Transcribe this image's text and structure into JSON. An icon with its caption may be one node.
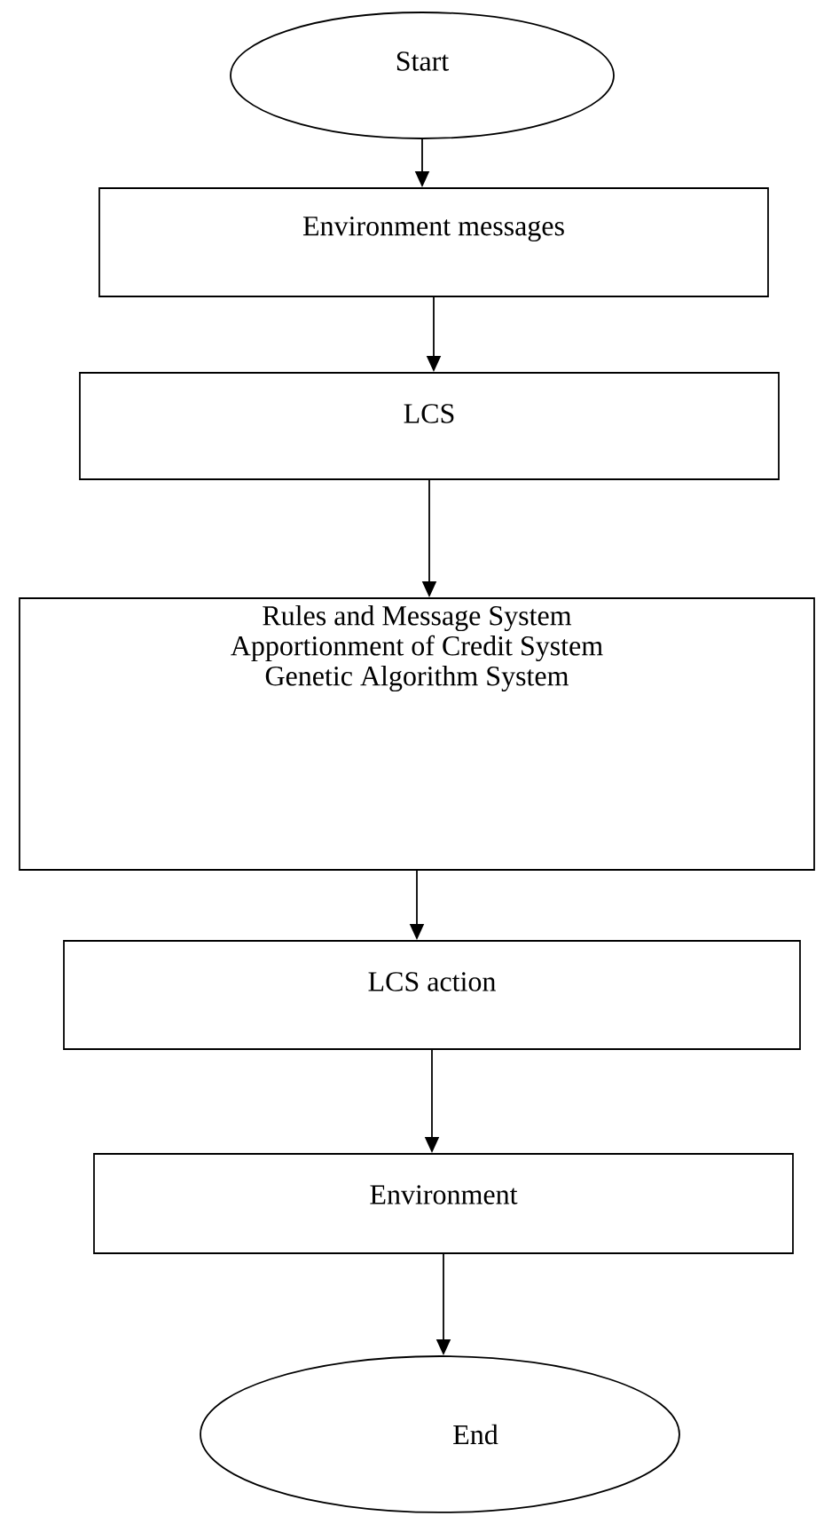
{
  "diagram": {
    "nodes": [
      {
        "text": [
          "Start"
        ]
      },
      {
        "text": [
          "Environment messages"
        ]
      },
      {
        "text": [
          "LCS"
        ]
      },
      {
        "text": [
          "Rules and Message System",
          "Apportionment of Credit System",
          "Genetic Algorithm System"
        ]
      },
      {
        "text": [
          "LCS action"
        ]
      },
      {
        "text": [
          "Environment"
        ]
      },
      {
        "text": [
          "End"
        ]
      }
    ],
    "edges": [
      {
        "from": 0,
        "to": 1,
        "arrow": "to"
      },
      {
        "from": 1,
        "to": 2,
        "arrow": "to"
      },
      {
        "from": 2,
        "to": 3,
        "arrow": "to"
      },
      {
        "from": 3,
        "to": 4,
        "arrow": "to"
      },
      {
        "from": 4,
        "to": 5,
        "arrow": "to"
      },
      {
        "from": 5,
        "to": 6,
        "arrow": "to"
      }
    ]
  }
}
